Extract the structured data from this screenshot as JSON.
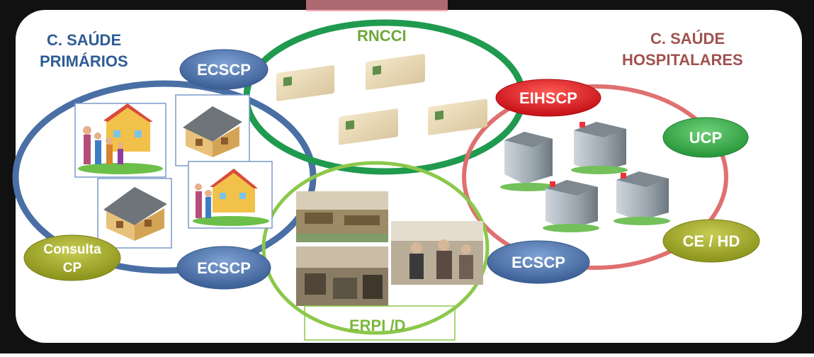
{
  "labels": {
    "primary_line1": "C. SAÚDE",
    "primary_line2": "PRIMÁRIOS",
    "hospital_line1": "C. SAÚDE",
    "hospital_line2": "HOSPITALARES",
    "rncci": "RNCCI",
    "erpi": "ERPI /D"
  },
  "nodes": {
    "ecscp_top": "ECSCP",
    "ecscp_bottom": "ECSCP",
    "ecscp_right": "ECSCP",
    "eihscp": "EIHSCP",
    "ucp": "UCP",
    "ce_hd": "CE / HD",
    "consulta_line1": "Consulta",
    "consulta_line2": "CP"
  },
  "colors": {
    "primary_ring": "#4a6fa5",
    "rncci_ring": "#1f9a4e",
    "erpi_ring": "#8cc84b",
    "hospital_ring": "#e07070",
    "blue_node": "#4a6fa5",
    "red_node": "#dd1f25",
    "green_node": "#3aa84a",
    "olive_node": "#a2a82c",
    "primary_text": "#2f5c95",
    "rncci_text": "#6fa83a",
    "hospital_text": "#a0524f",
    "erpi_text": "#7cb83c"
  }
}
